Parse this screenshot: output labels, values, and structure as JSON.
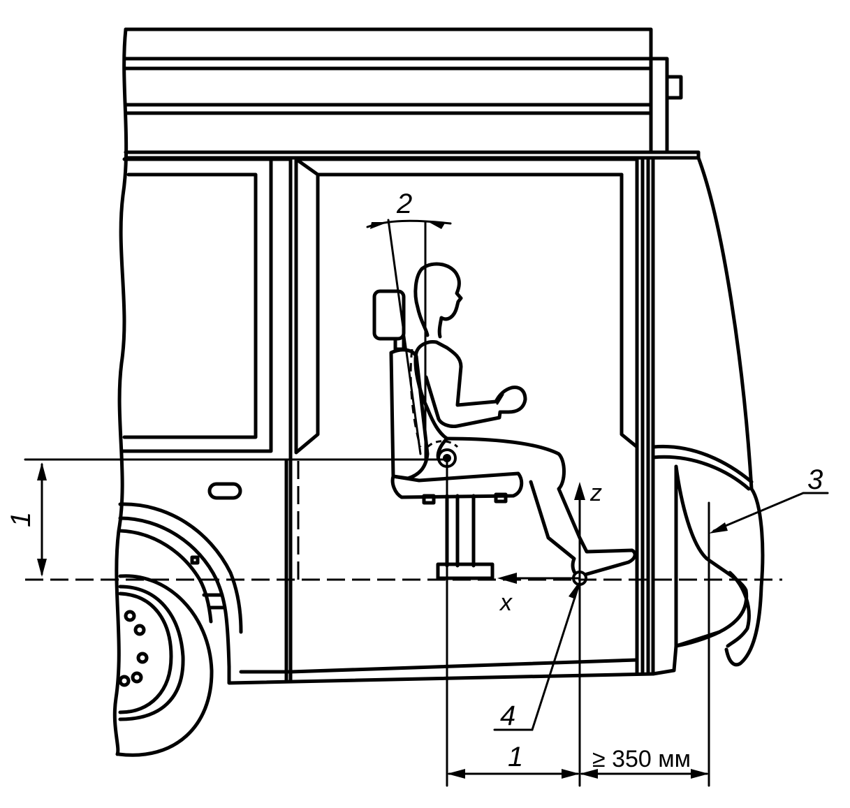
{
  "labels": {
    "dim_vertical": "1",
    "dim_horizontal": "1",
    "angle": "2",
    "callout_3": "3",
    "callout_4": "4",
    "axis_z": "z",
    "axis_x": "x",
    "min_distance": "≥ 350 мм"
  },
  "colors": {
    "line": "#000000",
    "background": "#ffffff"
  }
}
